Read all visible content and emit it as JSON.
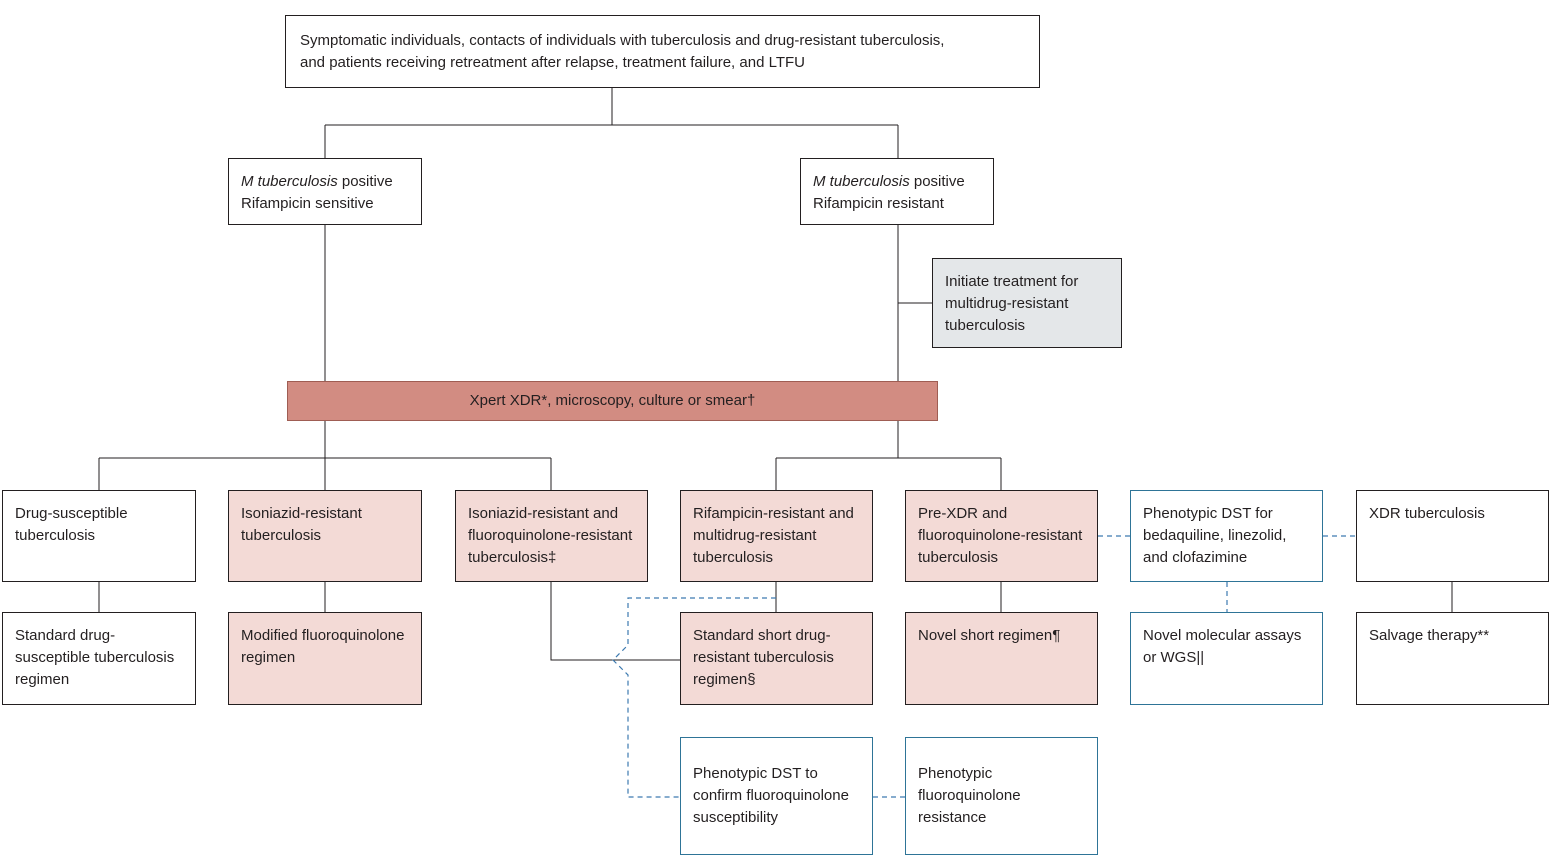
{
  "colors": {
    "box_border": "#231f20",
    "pink_fill": "#f3dad6",
    "test_bar_fill": "#d28c82",
    "gray_fill": "#e4e7e9",
    "blue_box_border": "#2e7497",
    "dashed_line": "#3d7ab0",
    "text": "#231f20"
  },
  "nodes": {
    "source": {
      "line1": "Symptomatic individuals, contacts of individuals with tuberculosis and drug-resistant tuberculosis,",
      "line2": "and patients receiving retreatment after relapse, treatment failure, and LTFU"
    },
    "mtb_sensitive": {
      "species": "M tuberculosis",
      "status": " positive",
      "line2": "Rifampicin sensitive"
    },
    "mtb_resistant": {
      "species": "M tuberculosis",
      "status": " positive",
      "line2": "Rifampicin resistant"
    },
    "initiate_mdr": {
      "label": "Initiate treatment for multidrug-resistant tuberculosis"
    },
    "xpert_bar": {
      "label": "Xpert XDR*, microscopy, culture or smear†"
    },
    "drug_susceptible": {
      "label": "Drug-susceptible tuberculosis"
    },
    "isoniazid_resistant": {
      "label": "Isoniazid-resistant tuberculosis"
    },
    "isoniazid_fq_resistant": {
      "label": "Isoniazid-resistant and fluoroquinolone-resistant tuberculosis‡"
    },
    "rifampicin_mdr": {
      "label": "Rifampicin-resistant and multidrug-resistant tuberculosis"
    },
    "pre_xdr": {
      "label": "Pre-XDR and fluoroquinolone-resistant tuberculosis"
    },
    "phenotypic_dst_bdq": {
      "label": "Phenotypic DST for bedaquiline, linezolid, and clofazimine"
    },
    "xdr": {
      "label": "XDR tuberculosis"
    },
    "standard_ds_regimen": {
      "label": "Standard drug-susceptible tuberculosis regimen"
    },
    "modified_fq_regimen": {
      "label": "Modified fluoroquinolone regimen"
    },
    "standard_short_regimen": {
      "label": "Standard short drug-resistant tuberculosis regimen§"
    },
    "novel_short_regimen": {
      "label": "Novel short regimen¶"
    },
    "novel_molecular": {
      "label": "Novel molecular assays or WGS||"
    },
    "salvage_therapy": {
      "label": "Salvage therapy**"
    },
    "phenotypic_dst_confirm": {
      "label": "Phenotypic DST to confirm fluoroquinolone susceptibility"
    },
    "phenotypic_fq_resistance": {
      "label": "Phenotypic fluoroquinolone resistance"
    }
  }
}
